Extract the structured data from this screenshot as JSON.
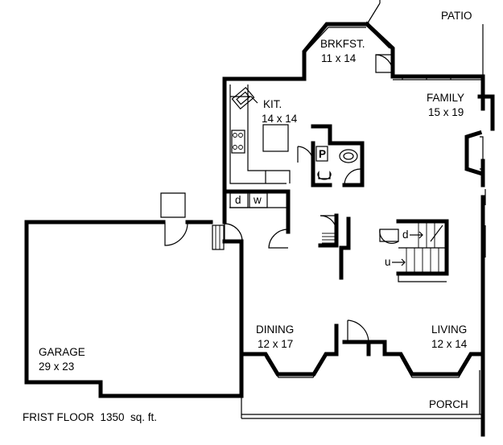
{
  "rooms": {
    "patio": {
      "name": "PATIO"
    },
    "breakfast": {
      "name": "BRKFST.",
      "size": "11 x 14"
    },
    "family": {
      "name": "FAMILY",
      "size": "15 x 19"
    },
    "kitchen": {
      "name": "KIT.",
      "size": "14 x 14"
    },
    "dining": {
      "name": "DINING",
      "size": "12 x 17"
    },
    "living": {
      "name": "LIVING",
      "size": "12 x 14"
    },
    "garage": {
      "name": "GARAGE",
      "size": "29 x 23"
    },
    "porch": {
      "name": "PORCH"
    }
  },
  "fixtures": {
    "dryer": "d",
    "washer": "w",
    "pantry": "P",
    "stair_down": "d",
    "stair_up": "u"
  },
  "footer": {
    "caption": "FRIST FLOOR  1350  sq. ft."
  }
}
